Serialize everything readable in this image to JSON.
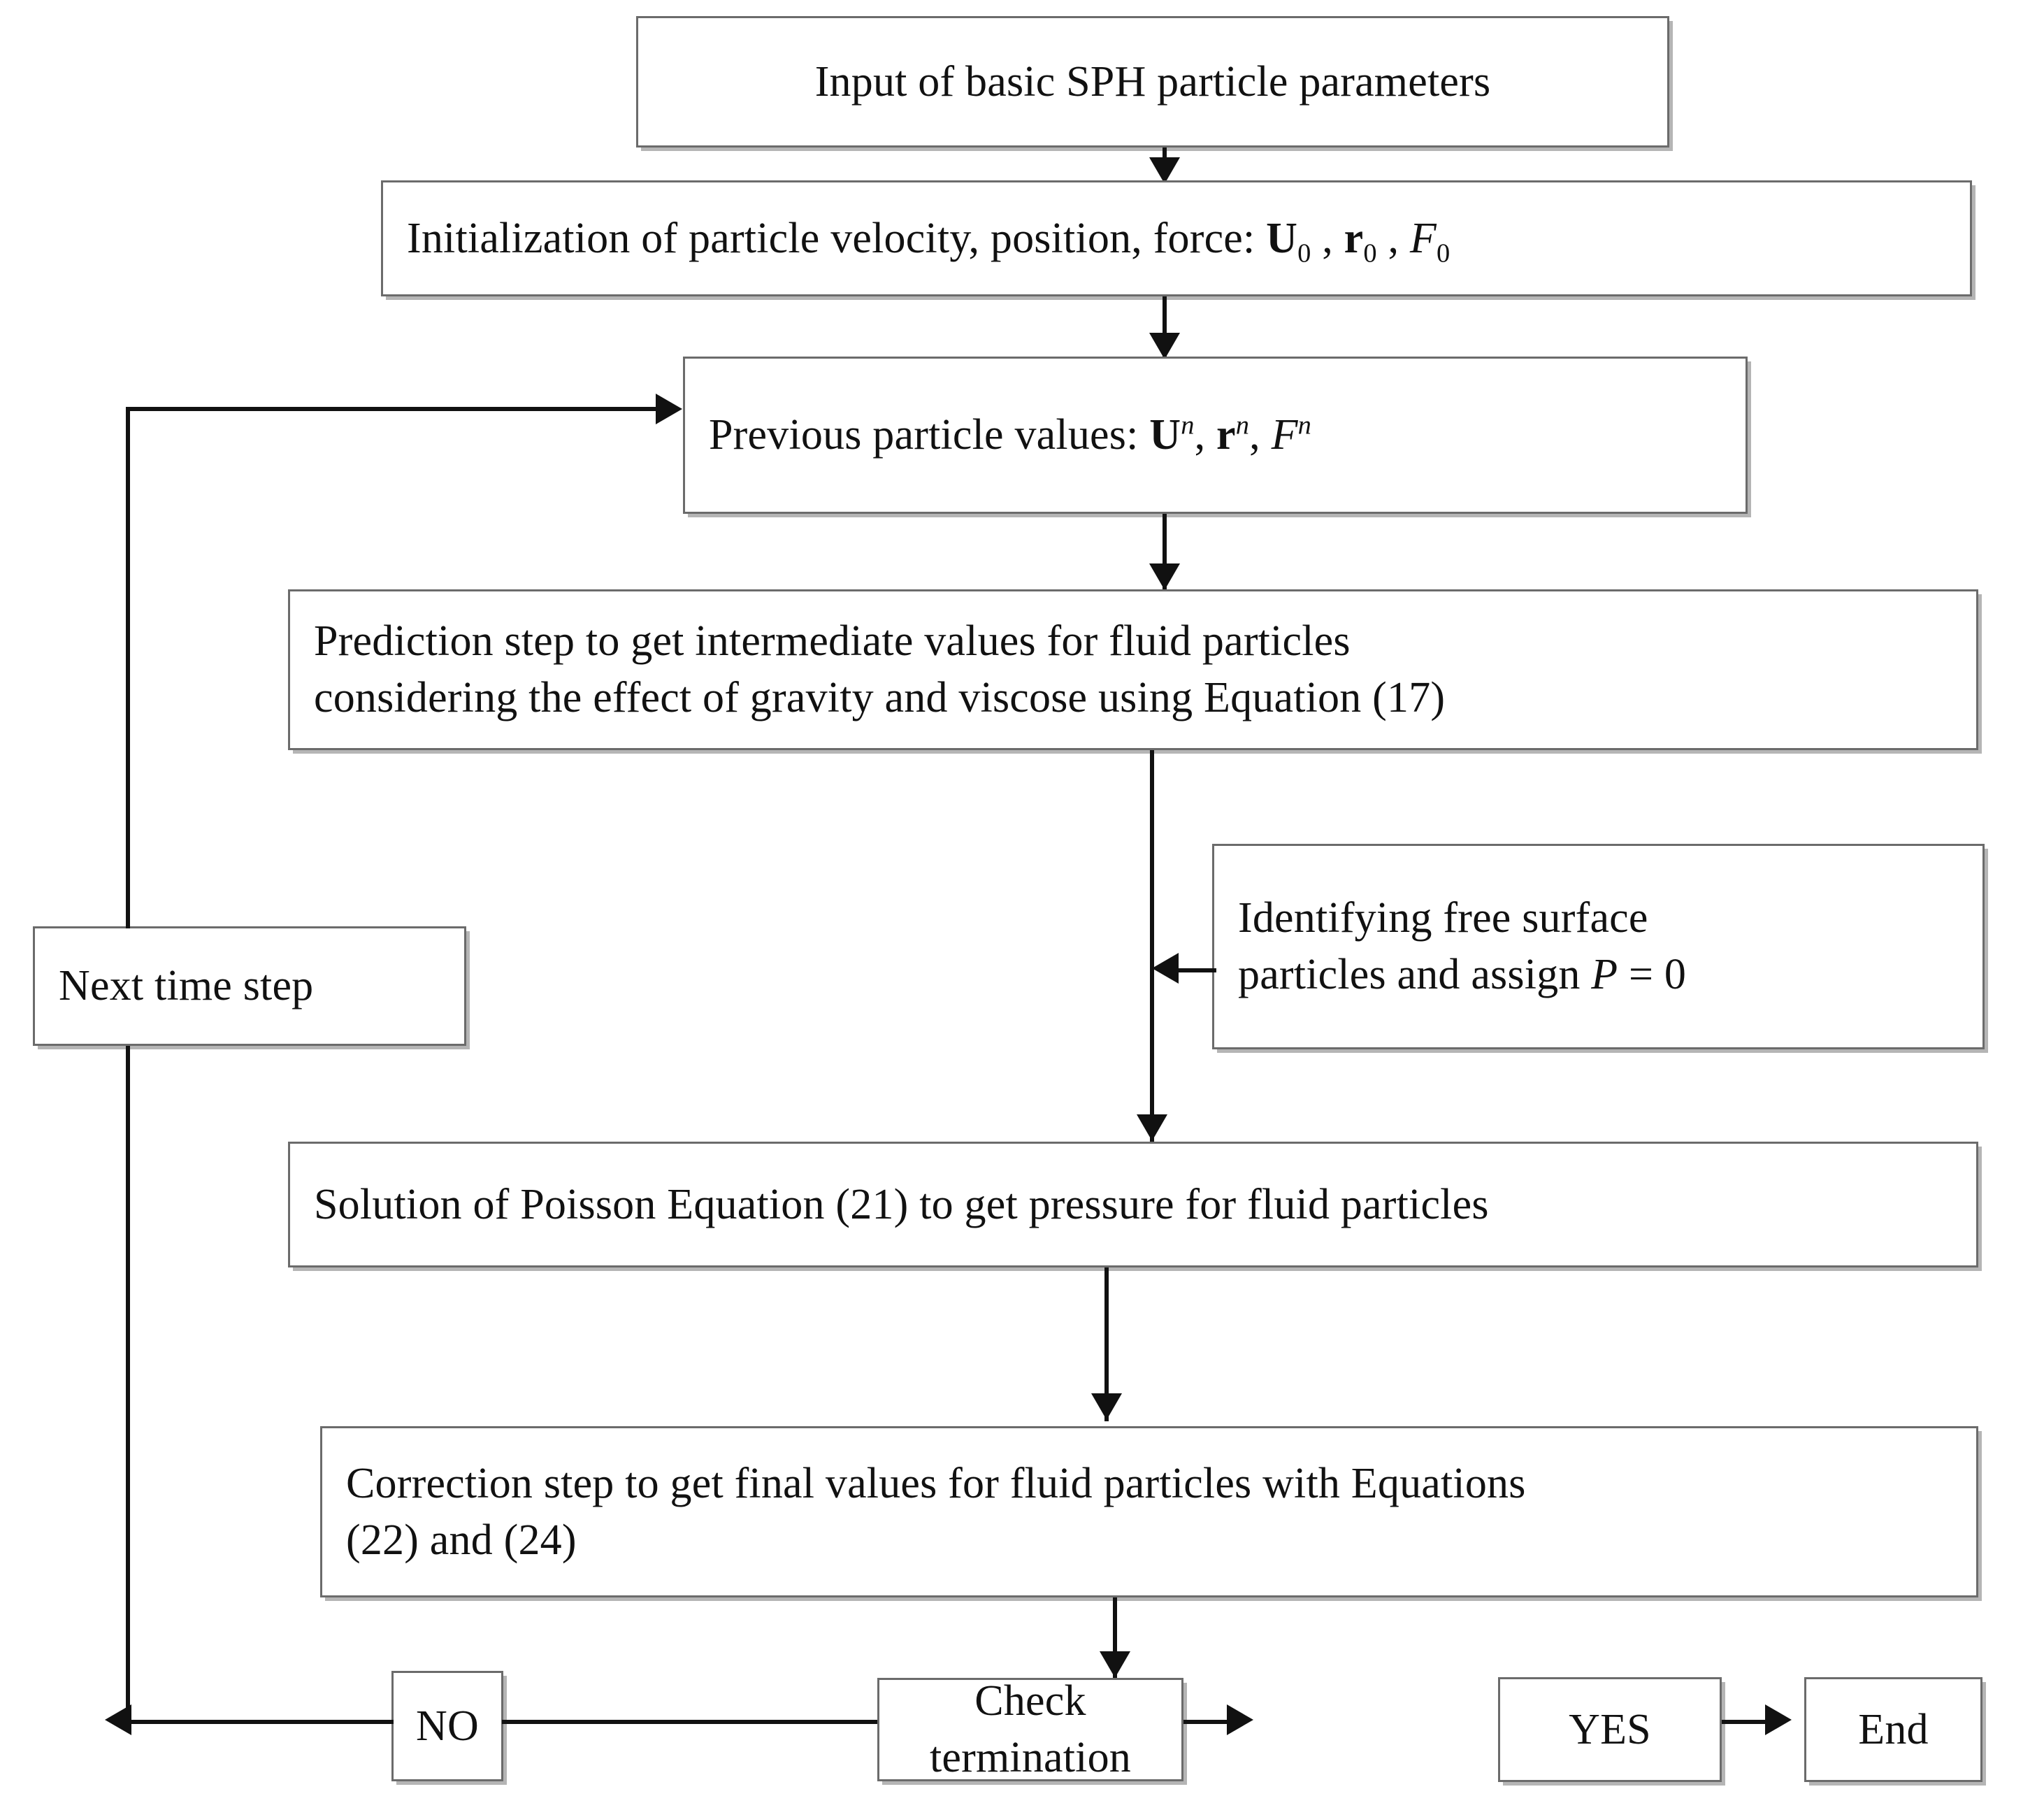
{
  "diagram": {
    "title": "SPH simulation solution procedure flowchart",
    "type": "flowchart",
    "line_color": "#111111",
    "box_border_color": "#6b6b6b",
    "box_fill_color": "#ffffff",
    "text_color": "#111111"
  },
  "nodes": {
    "input_params": {
      "label": "Input of basic SPH particle parameters"
    },
    "initialization": {
      "prefix": "Initialization of particle velocity, position, force: ",
      "sym_u": "U",
      "sub_u": "0",
      "sep1": " , ",
      "sym_r": "r",
      "sub_r": "0",
      "sep2": " , ",
      "sym_f": "F",
      "sub_f": "0",
      "plain": "Initialization of particle velocity, position, force: U0 , r0 , F0"
    },
    "previous_values": {
      "prefix": "Previous particle values: ",
      "sym_u": "U",
      "sup_u": "n",
      "sep1": ", ",
      "sym_r": "r",
      "sup_r": "n",
      "sep2": ", ",
      "sym_f": "F",
      "sup_f": "n",
      "plain": "Previous particle values: Un, rn, Fn"
    },
    "prediction_step": {
      "line1": "Prediction step to get intermediate values for fluid particles",
      "line2": "considering the effect of gravity and viscose using Equation (17)"
    },
    "free_surface": {
      "line1": "Identifying free surface",
      "line2_prefix": "particles and assign  ",
      "sym_p": "P",
      "eq": " = 0",
      "plain": "Identifying free surface particles and assign P = 0"
    },
    "next_time_step": {
      "label": "Next time step"
    },
    "poisson": {
      "label": "Solution of Poisson Equation (21) to get pressure for fluid particles"
    },
    "correction_step": {
      "line1": "Correction step to get final values for fluid particles with Equations",
      "line2": "(22) and (24)"
    },
    "no_branch": {
      "label": "NO"
    },
    "check_termination": {
      "label": "Check termination"
    },
    "yes_branch": {
      "label": "YES"
    },
    "end": {
      "label": "End"
    }
  },
  "connectors": [
    {
      "name": "input-to-initialization",
      "kind": "arrow-down"
    },
    {
      "name": "initialization-to-previous-values",
      "kind": "arrow-down"
    },
    {
      "name": "previous-values-to-prediction",
      "kind": "arrow-down"
    },
    {
      "name": "free-surface-to-main-flow",
      "kind": "arrow-left"
    },
    {
      "name": "prediction-to-poisson",
      "kind": "arrow-down"
    },
    {
      "name": "poisson-to-correction",
      "kind": "arrow-down"
    },
    {
      "name": "correction-to-check-termination",
      "kind": "arrow-down"
    },
    {
      "name": "check-termination-to-no",
      "kind": "line"
    },
    {
      "name": "no-to-loop-return",
      "kind": "arrow-left"
    },
    {
      "name": "loop-return-to-next-time-step",
      "kind": "line"
    },
    {
      "name": "next-time-step-to-previous-values",
      "kind": "arrow-right"
    },
    {
      "name": "check-termination-to-yes",
      "kind": "arrow-right"
    },
    {
      "name": "yes-to-end",
      "kind": "arrow-right"
    }
  ]
}
